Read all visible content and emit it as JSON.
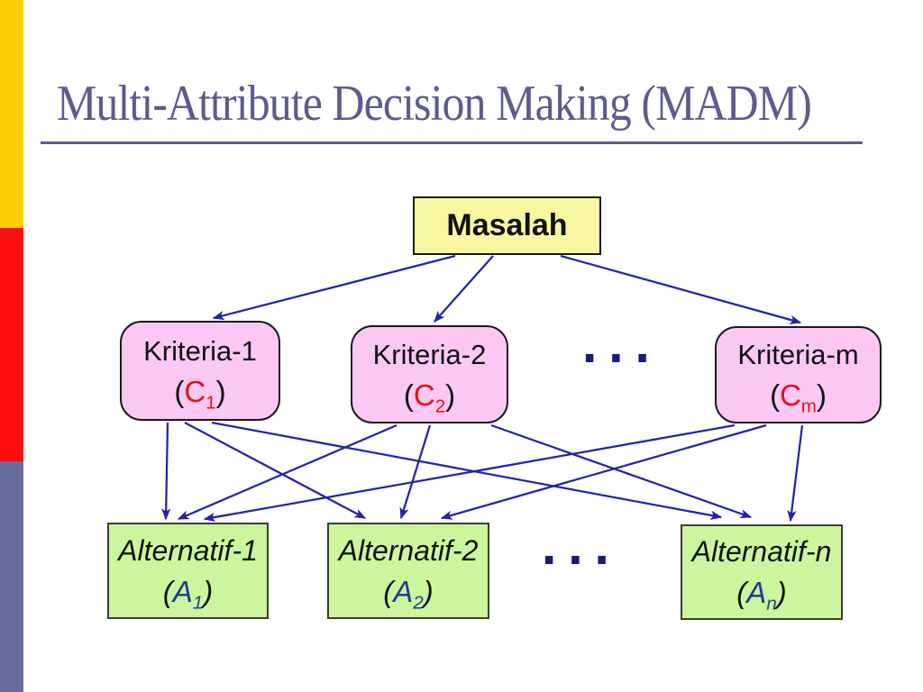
{
  "slide_title": {
    "text": "Multi-Attribute Decision Making (MADM)"
  },
  "diagram": {
    "parens": {
      "open": "(",
      "close": ")"
    },
    "nodes": {
      "masalah": {
        "label": "Masalah"
      },
      "kriteria1": {
        "label": "Kriteria-1",
        "symbol": "C",
        "subscript": "1"
      },
      "kriteria2": {
        "label": "Kriteria-2",
        "symbol": "C",
        "subscript": "2"
      },
      "kriteriam": {
        "label": "Kriteria-m",
        "symbol": "C",
        "subscript": "m"
      },
      "alternatif1": {
        "label": "Alternatif-1",
        "symbol": "A",
        "subscript": "1"
      },
      "alternatif2": {
        "label": "Alternatif-2",
        "symbol": "A",
        "subscript": "2"
      },
      "alternatifn": {
        "label": "Alternatif-n",
        "symbol": "A",
        "subscript": "n"
      }
    },
    "ellipsis_kriteria": "···",
    "ellipsis_alternatif": "···",
    "edges": [
      {
        "from": "masalah",
        "to": "kriteria1"
      },
      {
        "from": "masalah",
        "to": "kriteria2"
      },
      {
        "from": "masalah",
        "to": "kriteriam"
      },
      {
        "from": "kriteria1",
        "to": "alternatif1"
      },
      {
        "from": "kriteria1",
        "to": "alternatif2"
      },
      {
        "from": "kriteria1",
        "to": "alternatifn"
      },
      {
        "from": "kriteria2",
        "to": "alternatif1"
      },
      {
        "from": "kriteria2",
        "to": "alternatif2"
      },
      {
        "from": "kriteria2",
        "to": "alternatifn"
      },
      {
        "from": "kriteriam",
        "to": "alternatif1"
      },
      {
        "from": "kriteriam",
        "to": "alternatif2"
      },
      {
        "from": "kriteriam",
        "to": "alternatifn"
      }
    ]
  },
  "colors": {
    "title": "#5C5C8E",
    "rule": "#5C5C8E",
    "arrow": "#2323AC",
    "ellipsis": "#1B1B7E",
    "masalah_fill": "#F9F6A2",
    "kriteria_fill": "#FAC8F2",
    "alternatif_fill": "#CBF69D",
    "kriteria_symbol": "#DE1414",
    "alternatif_symbol": "#1F3C94",
    "bar_yellow": "#FFCD05",
    "bar_red": "#FD0D0D",
    "bar_slate": "#6A6A9C"
  }
}
